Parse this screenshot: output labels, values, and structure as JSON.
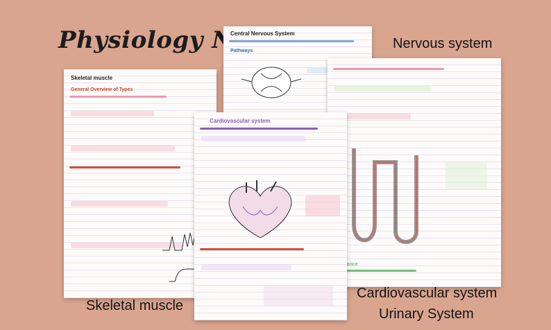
{
  "title": "Physiology Notes",
  "captions": {
    "nervous": "Nervous system",
    "skeletal": "Skeletal muscle",
    "cardio": "Cardiovascular system",
    "urinary": "Urinary System"
  },
  "sheets": {
    "skeletal": {
      "heading": "Skeletal muscle",
      "section": "General Overview of Types"
    },
    "nervous": {
      "heading": "Central Nervous System",
      "section": "Pathways"
    },
    "cardio": {
      "heading": "Cardiovascular system"
    },
    "urinary": {
      "section": "Clearance"
    }
  },
  "colors": {
    "background": "#d9a58f",
    "accent_red": "#d94a3a",
    "accent_blue": "#7fa8d8",
    "accent_pink": "#e89ab0",
    "accent_green": "#6fbf73",
    "accent_purple": "#8a5db5"
  }
}
